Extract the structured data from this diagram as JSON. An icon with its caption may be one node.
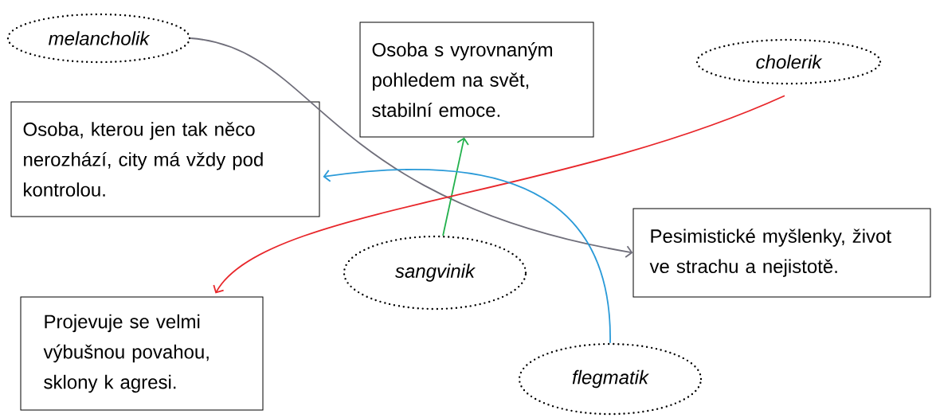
{
  "diagram": {
    "nodes": [
      {
        "text": [
          "melancholik"
        ]
      },
      {
        "text": [
          "Osoba s vyrovnaným pohledem na svět, stabilní emoce."
        ]
      },
      {
        "text": [
          "cholerik"
        ]
      },
      {
        "text": [
          "Osoba, kterou jen tak něco nerozhází, city má vždy pod kontrolou."
        ]
      },
      {
        "text": [
          "Pesimistické myšlenky, život ve strachu a nejistotě."
        ]
      },
      {
        "text": [
          "sangvinik"
        ]
      },
      {
        "text": [
          "Projevuje se velmi výbušnou povahou, sklony k agresi."
        ]
      },
      {
        "text": [
          "flegmatik"
        ]
      }
    ],
    "edges": [
      {
        "from": 0,
        "to": 4,
        "arrow": "to"
      },
      {
        "from": 5,
        "to": 1,
        "arrow": "to",
        "color": "#22b14c"
      },
      {
        "from": 2,
        "to": 6,
        "arrow": "to",
        "color": "#e8262a"
      },
      {
        "from": 7,
        "to": 3,
        "arrow": "to",
        "color": "#2a9ad8"
      }
    ]
  }
}
